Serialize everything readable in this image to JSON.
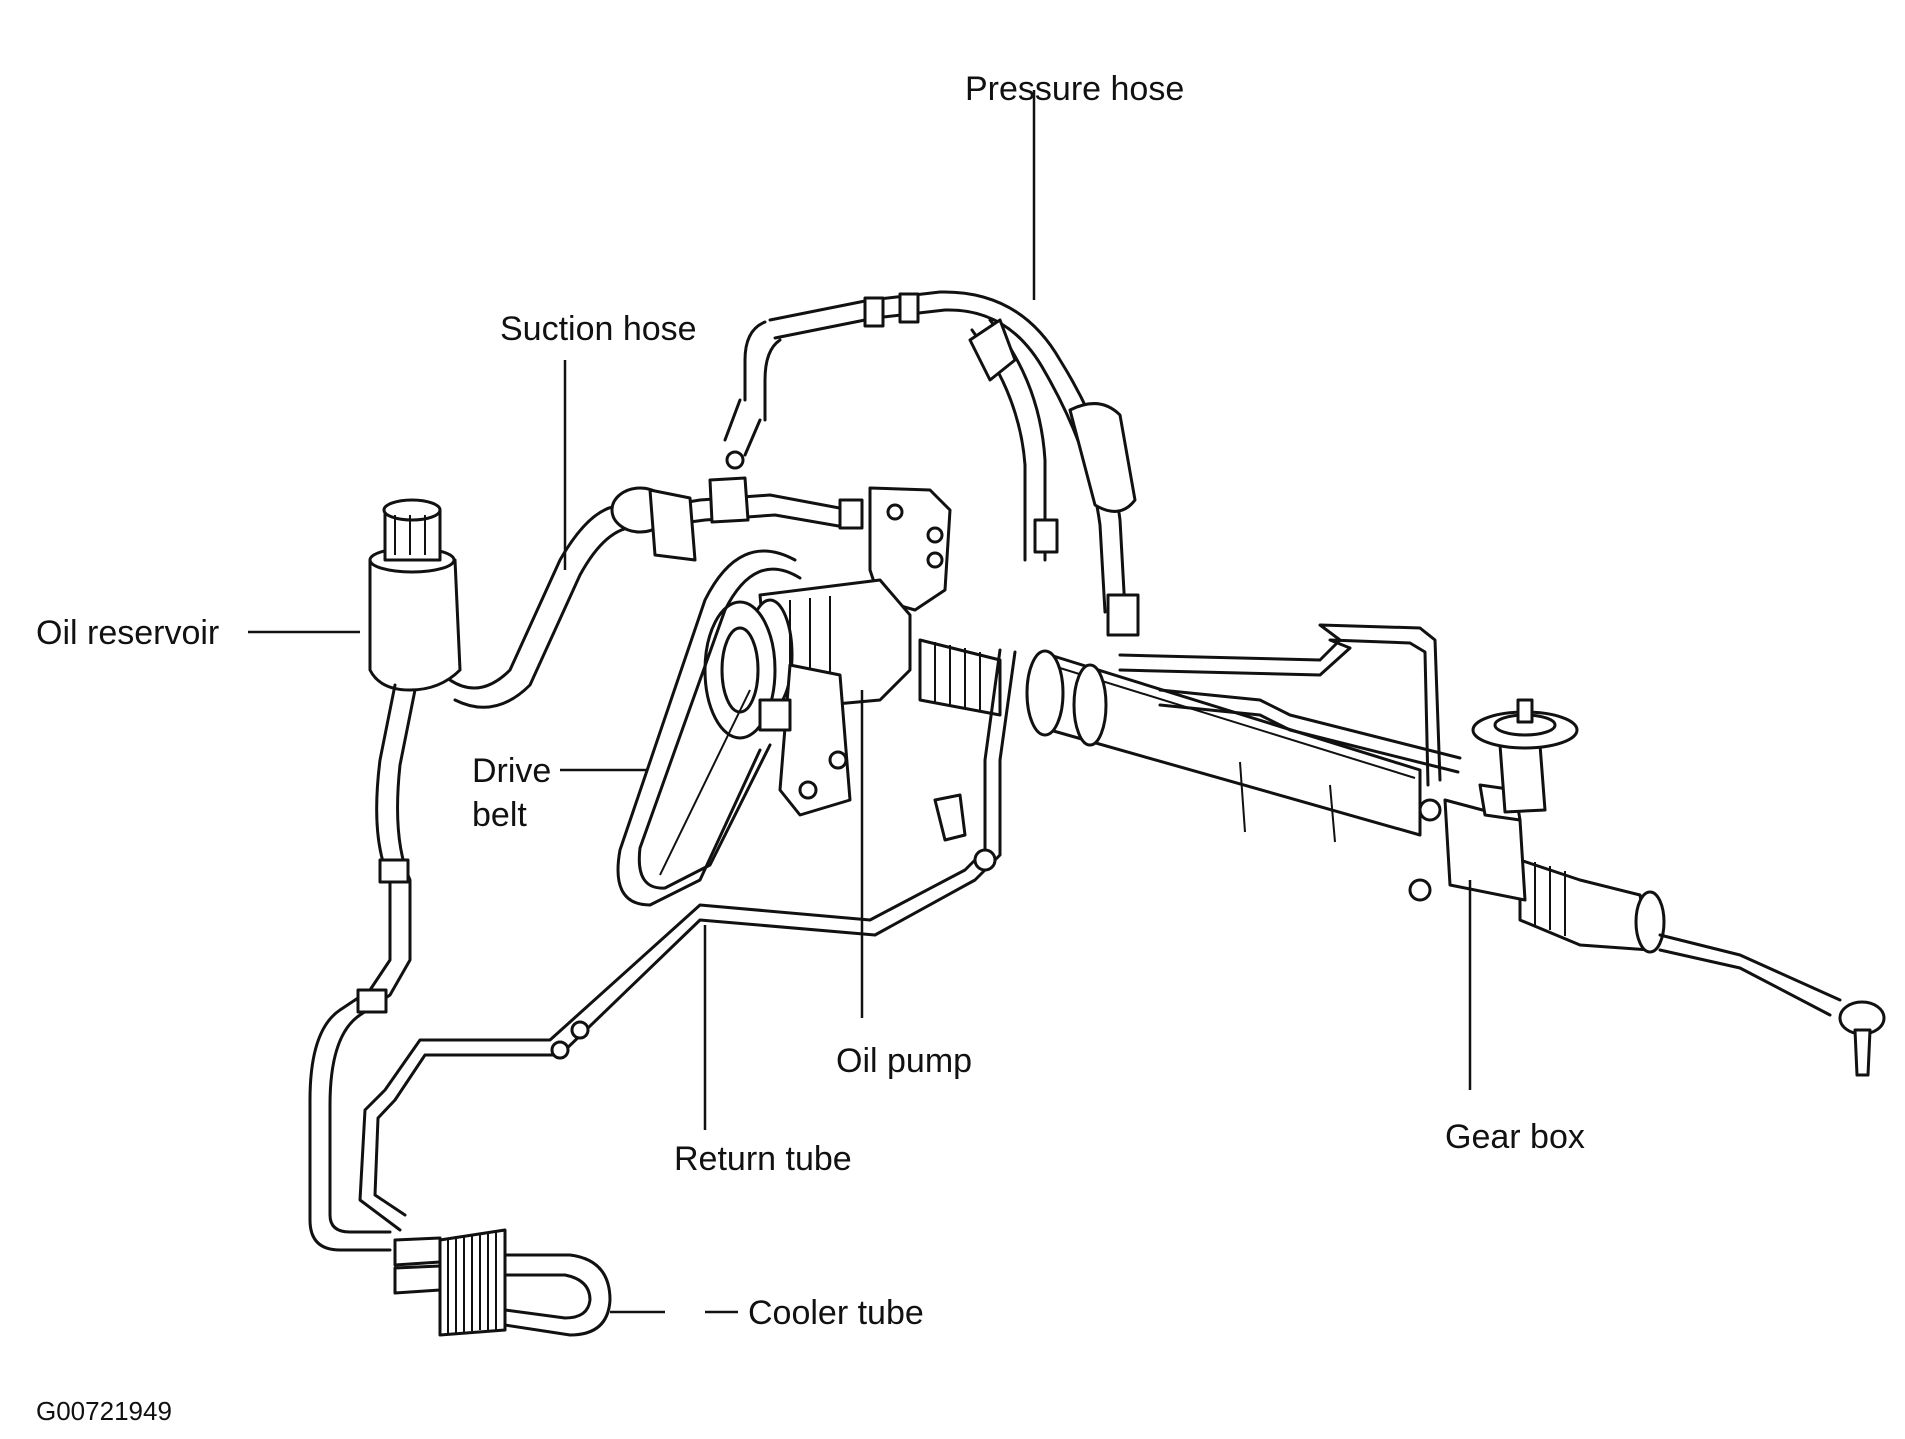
{
  "labels": {
    "pressure_hose": "Pressure hose",
    "suction_hose": "Suction hose",
    "oil_reservoir": "Oil reservoir",
    "drive_belt_line1": "Drive",
    "drive_belt_line2": "belt",
    "oil_pump": "Oil pump",
    "return_tube": "Return tube",
    "gear_box": "Gear box",
    "cooler_tube": "Cooler tube"
  },
  "figure_id": "G00721949"
}
